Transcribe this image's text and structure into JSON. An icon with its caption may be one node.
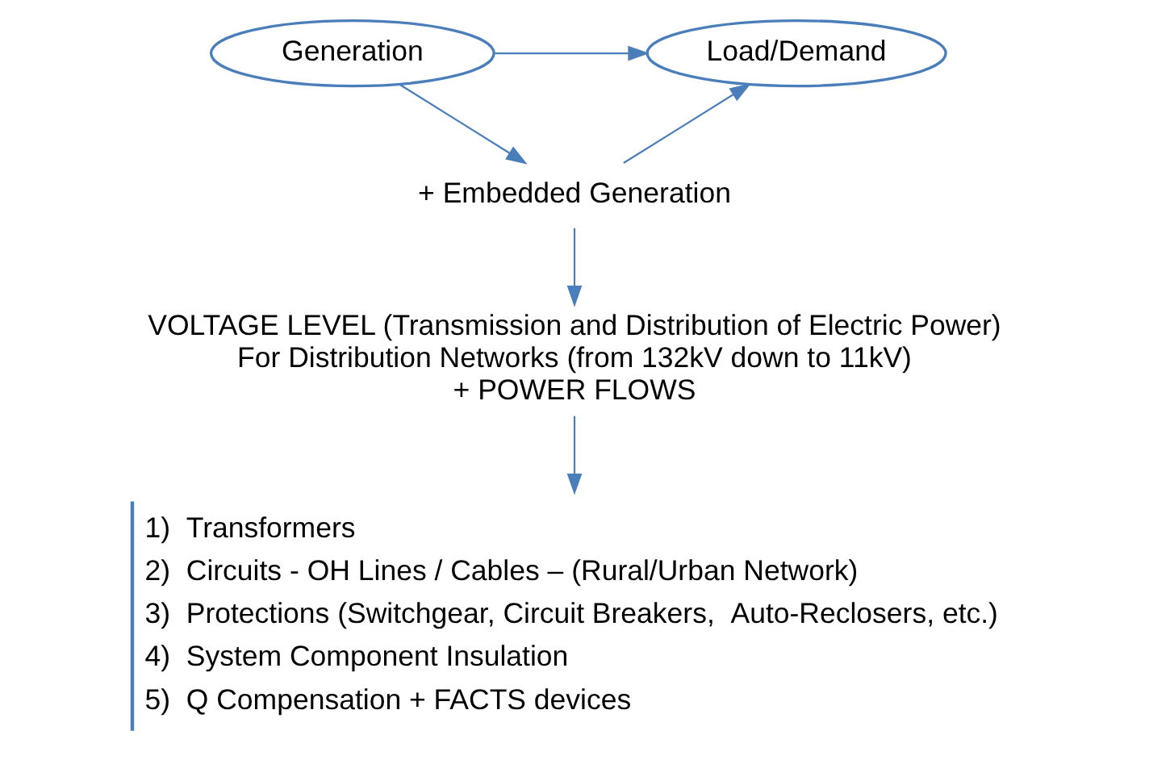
{
  "diagram": {
    "nodes": [
      {
        "text": [
          "Generation"
        ]
      },
      {
        "text": [
          "Load/Demand"
        ]
      },
      {
        "text": [
          "+ Embedded Generation"
        ]
      },
      {
        "text": [
          "VOLTAGE LEVEL (Transmission and Distribution of Electric Power)",
          "For Distribution Networks (from 132kV down to 11kV)",
          "+ POWER FLOWS"
        ]
      },
      {
        "text": [
          "1)  Transformers",
          "2)  Circuits - OH Lines / Cables – (Rural/Urban Network)",
          "3)  Protections (Switchgear, Circuit Breakers,  Auto-Reclosers, etc.)",
          "4)  System Component Insulation",
          "5)  Q Compensation + FACTS devices"
        ]
      }
    ],
    "edges": [
      {
        "from": 0,
        "to": 1,
        "arrow": "to"
      },
      {
        "from": 0,
        "to": 2,
        "arrow": "to"
      },
      {
        "from": 2,
        "to": 1,
        "arrow": "to"
      },
      {
        "from": 2,
        "to": 3,
        "arrow": "to"
      },
      {
        "from": 3,
        "to": 4,
        "arrow": "to"
      }
    ]
  }
}
